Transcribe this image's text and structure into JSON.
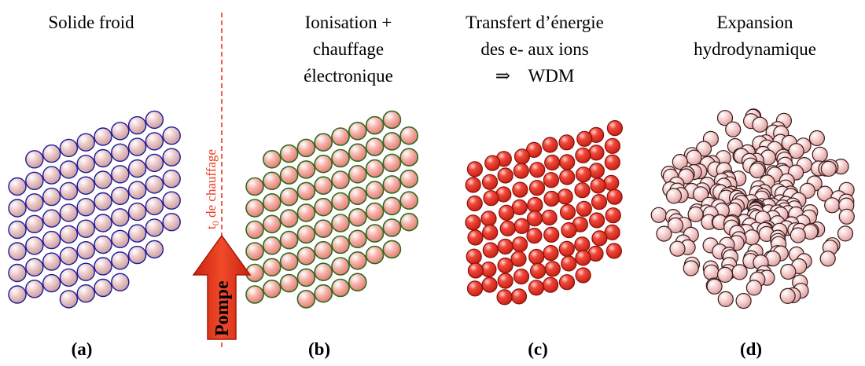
{
  "panels": [
    {
      "title_lines": [
        "Solide froid"
      ],
      "label": "(a)"
    },
    {
      "title_lines": [
        "Ionisation +",
        "chauffage",
        "électronique"
      ],
      "label": "(b)"
    },
    {
      "title_lines": [
        "Transfert d’énergie",
        "des e- aux ions",
        "⇒    WDM"
      ],
      "label": "(c)"
    },
    {
      "title_lines": [
        "Expansion",
        "hydrodynamique"
      ],
      "label": "(d)"
    }
  ],
  "time_marker": {
    "prefix": "t",
    "subscript": "0",
    "suffix": " de chauffage"
  },
  "pump": {
    "label": "Pompe"
  },
  "colors": {
    "arrow": "#e8391f",
    "arrow_dark": "#b81d0c",
    "dashed_line": "#e8391f",
    "atom_a_fill": "#e3b8b8",
    "atom_a_stroke": "#1a1a9e",
    "atom_b_fill": "#f4a8a0",
    "atom_b_stroke": "#2e6b1e",
    "atom_c_fill": "#ee3d30",
    "atom_c_stroke": "#8a1008",
    "atom_d_fill": "#f2c4c4",
    "atom_d_stroke": "#3a1a1a"
  }
}
